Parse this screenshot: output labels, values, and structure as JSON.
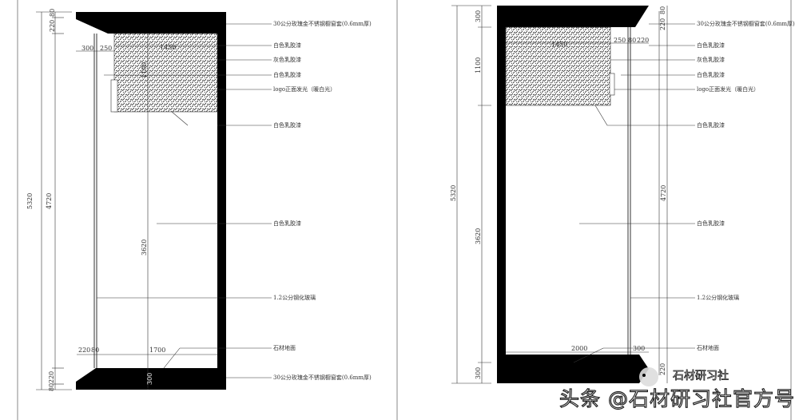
{
  "left_elevation": {
    "labels": [
      "30公分玫瑰金不锈钢橱窗套(0.6mm厚)",
      "白色乳胶漆",
      "灰色乳胶漆",
      "白色乳胶漆",
      "logo正面发光（暖白光）",
      "白色乳胶漆",
      "白色乳胶漆",
      "1.2公分钢化玻璃",
      "石材地面",
      "30公分玫瑰金不锈钢橱窗套(0.6mm厚)"
    ],
    "dims": {
      "total": "5320",
      "inner": "4720",
      "top_a": "220",
      "top_b": "80",
      "w300": "300",
      "w250": "250",
      "w1450": "1450",
      "h1100": "1100",
      "h3620": "3620",
      "b220": "220",
      "b80": "80",
      "w1700": "1700",
      "b300": "300",
      "bot_a": "220",
      "bot_b": "80"
    }
  },
  "right_elevation": {
    "labels": [
      "30公分玫瑰金不锈钢橱窗套(0.6mm厚)",
      "白色乳胶漆",
      "灰色乳胶漆",
      "白色乳胶漆",
      "logo正面发光（暖白光）",
      "白色乳胶漆",
      "白色乳胶漆",
      "1.2公分钢化玻璃",
      "石材地面"
    ],
    "dims": {
      "total": "5320",
      "top300": "300",
      "h1100": "1100",
      "h3620": "3620",
      "bot300": "300",
      "inner": "4720",
      "top_a": "220",
      "top_b": "80",
      "w1450": "1450",
      "w250": "250",
      "w80": "80",
      "w220": "220",
      "w2000": "2000",
      "w300": "300",
      "bot220": "220"
    }
  },
  "watermark": {
    "text": "头条 @石材研习社官方号",
    "logo_text": "石材研习社"
  }
}
